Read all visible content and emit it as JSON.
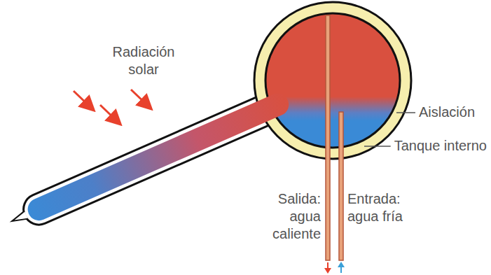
{
  "diagram": {
    "labels": [
      "Radiación solar",
      "Aislación",
      "Tanque interno",
      "Salida: agua caliente",
      "Entrada: agua fría"
    ]
  }
}
